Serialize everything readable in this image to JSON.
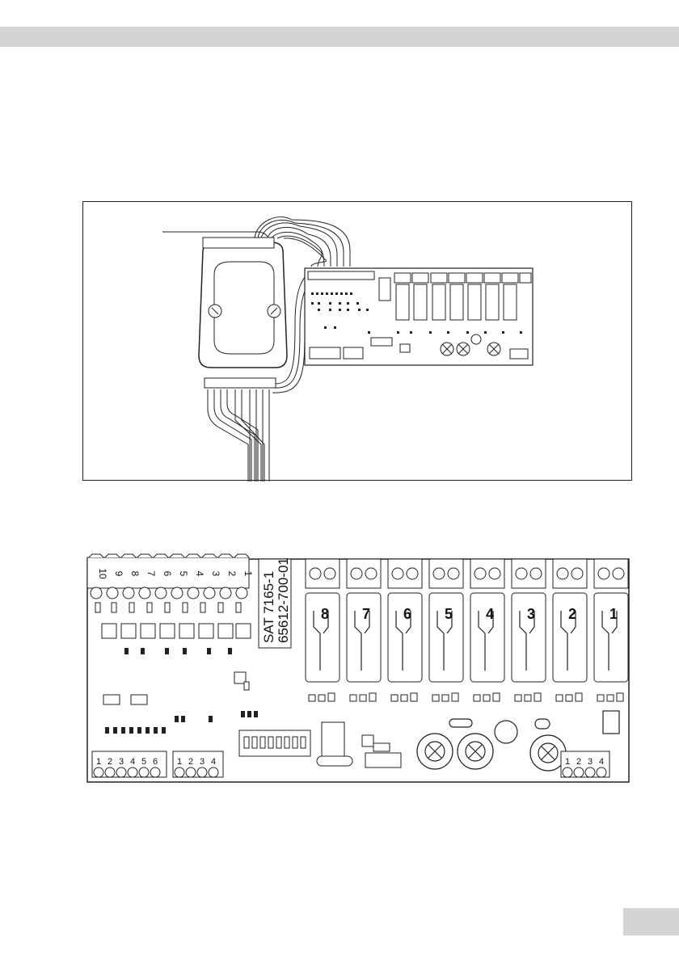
{
  "figure_top": {
    "pcb_terminal_labels_top": [
      "",
      "",
      "",
      "",
      "",
      "",
      "",
      "",
      "",
      "",
      "",
      "",
      "",
      "",
      "",
      ""
    ]
  },
  "figure_bottom": {
    "top_connector_numbers": [
      "10",
      "9",
      "8",
      "7",
      "6",
      "5",
      "4",
      "3",
      "2",
      "1"
    ],
    "board_label_line1": "SAT 7165-1",
    "board_label_line2": "65612-700-01",
    "relay_numbers": [
      "8",
      "7",
      "6",
      "5",
      "4",
      "3",
      "2",
      "1"
    ],
    "left_connector_numbers": [
      "1",
      "2",
      "3",
      "4",
      "5",
      "6"
    ],
    "middle_connector_numbers": [
      "1",
      "2",
      "3",
      "4"
    ],
    "right_connector_numbers": [
      "1",
      "2",
      "3",
      "4"
    ]
  }
}
